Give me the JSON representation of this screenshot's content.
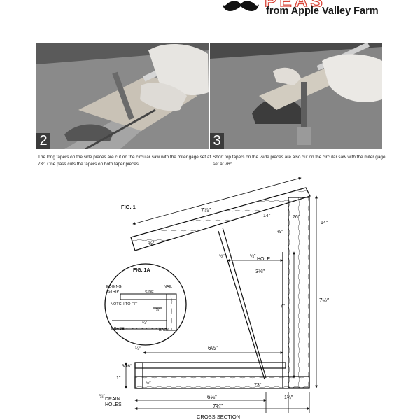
{
  "header": {
    "brand_title": "PEAS",
    "subtitle": "from Apple Valley Farm",
    "logo_icon": "mustache-icon"
  },
  "steps": [
    {
      "number": "2",
      "caption": "The long tapers on the side pieces are cut on the circular saw with the miter gage set at 73°. One pass cuts the tapers on both taper pieces."
    },
    {
      "number": "3",
      "caption": "Short top tapers on the -side pieces are also cut on the circular saw with the miter gage set at 76°"
    }
  ],
  "figure": {
    "title": "FIG. 1",
    "section_label": "CROSS SECTION",
    "detail_title": "FIG. 1A",
    "detail_labels": {
      "edging_strip_1": "EDGING",
      "edging_strip_2": "STRIP",
      "side": "SIDE",
      "nail": "NAIL",
      "notch": "NOTCH TO FIT",
      "base": "BASE",
      "back": "BACK"
    },
    "labels": {
      "hole": "HOLE",
      "drain_1": "DRAIN",
      "drain_2": "HOLES"
    },
    "dims": {
      "roof_len": "7⅞″",
      "angle_top": "14°",
      "angle_side": "76°",
      "angle_right": "14°",
      "roof_thick": "½″",
      "front_h": "½″",
      "gap": "½″",
      "hole_size": "¼″",
      "hole_offset": "3⅜″",
      "inner_h": "7″",
      "total_h": "7½″",
      "detail_a": "¾″",
      "detail_b": "¼″",
      "edge_w": "¼″",
      "inner_w": "6½″",
      "strip_h": "3⁄16″",
      "base_h": "1″",
      "base_gap": "½″",
      "drain_size": "¼″",
      "angle_bottom": "73°",
      "base_inner": "6⅛″",
      "back_thick": "1¼″",
      "base_total": "7¾″"
    }
  }
}
